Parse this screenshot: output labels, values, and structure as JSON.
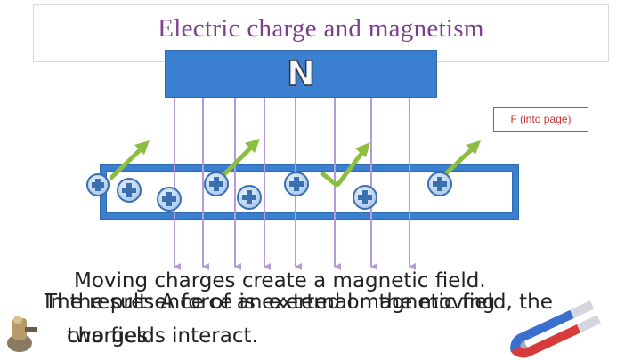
{
  "slide": {
    "title": "Electric charge and magnetism",
    "magnet_label": "N",
    "force_label": "F (into page)",
    "charge_symbol": "+",
    "caption": {
      "heading": "Moving charges create a magnetic field.",
      "overlap_line_1": [
        "The result: A force is exerted on the moving",
        "In the presence of an external magnetic field, the"
      ],
      "overlap_line_2": [
        "charges",
        "two fields interact."
      ]
    }
  },
  "colors": {
    "title": "#7b3f8f",
    "magnet": "#3a7fd0",
    "field_lines": "#b59cd6",
    "force_arrows": "#8cbf3f",
    "force_box_border": "#d04040",
    "charge_dark": "#3a6fb0",
    "charge_light": "#a9c6ea"
  },
  "icons": [
    "field-line-arrow-icon",
    "force-arrow-icon",
    "positive-charge-icon",
    "horseshoe-magnet-icon",
    "toy-figure-icon"
  ]
}
